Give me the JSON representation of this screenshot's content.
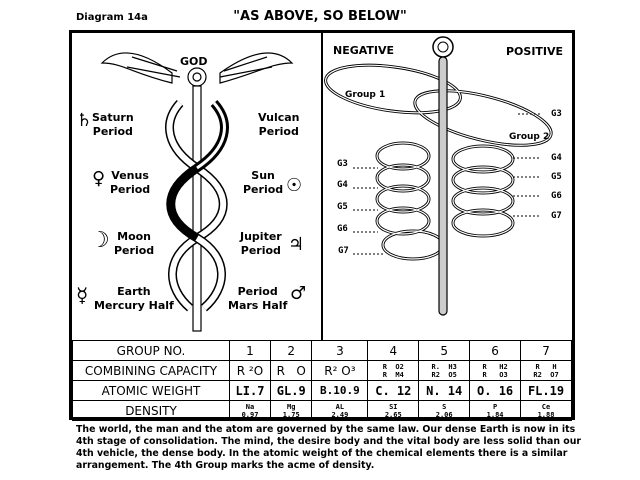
{
  "header": {
    "diagram_id": "Diagram 14a",
    "title": "\"AS ABOVE, SO BELOW\""
  },
  "left_panel": {
    "god": "GOD",
    "labels": [
      {
        "symbol": "♄",
        "text": "Saturn\nPeriod"
      },
      {
        "symbol": "",
        "text": "Vulcan\nPeriod"
      },
      {
        "symbol": "♀",
        "text": "Venus\nPeriod"
      },
      {
        "symbol": "☉",
        "text": "Sun\nPeriod"
      },
      {
        "symbol": "☽",
        "text": "Moon\nPeriod"
      },
      {
        "symbol": "♃",
        "text": "Jupiter\nPeriod"
      },
      {
        "symbol": "☿",
        "text": "Earth\nMercury Half"
      },
      {
        "symbol": "♂",
        "text": "Period\nMars Half"
      }
    ]
  },
  "right_panel": {
    "negative": "NEGATIVE",
    "positive": "POSITIVE",
    "group1": "Group 1",
    "group2": "Group 2",
    "left_markers": [
      "G3",
      "G4",
      "G5",
      "G6",
      "G7"
    ],
    "right_markers": [
      "G3",
      "G4",
      "G5",
      "G6",
      "G7"
    ]
  },
  "table": {
    "headers": [
      "GROUP NO.",
      "1",
      "2",
      "3",
      "4",
      "5",
      "6",
      "7"
    ],
    "capacity_label": "COMBINING CAPACITY",
    "capacity": [
      "R ²O",
      "R   O",
      "R² O³",
      "R  O2\nR  M4",
      "R.  H3\nR2  O5",
      "R   H2\nR   O3",
      "R   H\nR2  O7"
    ],
    "weight_label": "ATOMIC WEIGHT",
    "weight": [
      "LI.7",
      "GL.9",
      "B.10.9",
      "C. 12",
      "N. 14",
      "O. 16",
      "FL.19"
    ],
    "density_label": "DENSITY",
    "density": [
      "Na\n0.97",
      "Mg\n1.75",
      "AL\n2.49",
      "SI\n2.65",
      "S\n2.06",
      "P\n1.84",
      "Ce\n1.88"
    ]
  },
  "caption": "The world, the man and the atom are governed by the same law.  Our dense Earth is now in its 4th stage of consolidation.  The mind, the desire body and the vital body are less solid than our 4th vehicle, the dense body.  In the atomic weight of the chemical elements there is a similar arrangement.  The 4th Group marks the acme of density."
}
